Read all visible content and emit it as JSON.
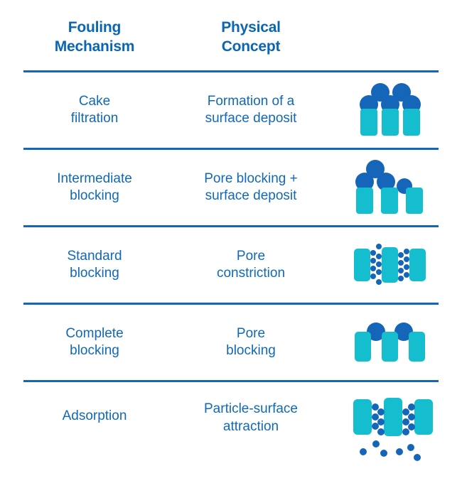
{
  "figure": {
    "type": "table",
    "colors": {
      "text_blue": "#1169b5",
      "header_blue": "#0b66b2",
      "divider_blue": "#1565b8",
      "bar_cyan": "#14becf",
      "particle_blue": "#1565b8",
      "background": "#ffffff"
    },
    "columns": [
      {
        "id": "mechanism",
        "line1": "Fouling",
        "line2": "Mechanism"
      },
      {
        "id": "concept",
        "line1": "Physical",
        "line2": "Concept"
      },
      {
        "id": "diagram",
        "line1": "",
        "line2": ""
      }
    ],
    "rows": [
      {
        "mechanism_line1": "Cake",
        "mechanism_line2": "filtration",
        "concept_line1": "Formation of a",
        "concept_line2": "surface deposit",
        "diagram": "cake-filtration-diagram",
        "diagram_description": "Three cyan membrane bars with five dark blue particles stacked in a pyramid on top forming a surface cake layer"
      },
      {
        "mechanism_line1": "Intermediate",
        "mechanism_line2": "blocking",
        "concept_line1": "Pore blocking +",
        "concept_line2": "surface deposit",
        "diagram": "intermediate-blocking-diagram",
        "diagram_description": "Three cyan bars with four dark blue particles, some resting on the surface and some over the pore openings"
      },
      {
        "mechanism_line1": "Standard",
        "mechanism_line2": "blocking",
        "concept_line1": "Pore",
        "concept_line2": "constriction",
        "diagram": "standard-blocking-diagram",
        "diagram_description": "Three cyan bars with small dark blue particles filling and narrowing the pore channels between them"
      },
      {
        "mechanism_line1": "Complete",
        "mechanism_line2": "blocking",
        "concept_line1": "Pore",
        "concept_line2": "blocking",
        "diagram": "complete-blocking-diagram",
        "diagram_description": "Three cyan bars with two large dark blue particles sealing the two pore openings"
      },
      {
        "mechanism_line1": "Adsorption",
        "mechanism_line2": "",
        "concept_line1": "Particle-surface",
        "concept_line2": "attraction",
        "diagram": "adsorption-diagram",
        "diagram_description": "Three cyan bars with small dark blue particles adhering to the pore walls and scattered particles below"
      }
    ]
  }
}
